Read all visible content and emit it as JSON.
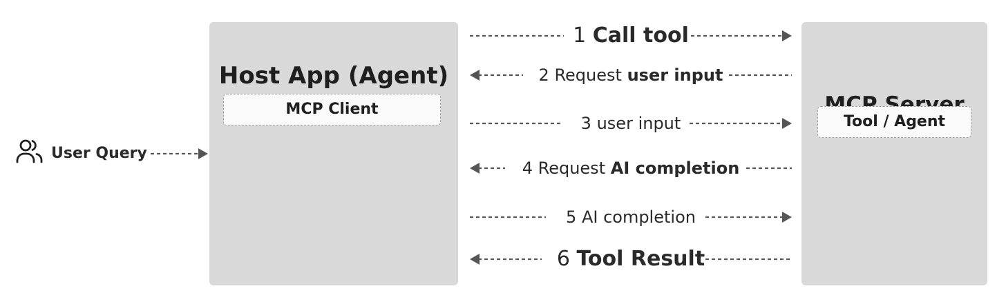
{
  "user": {
    "label": "User Query",
    "icon": "users-icon"
  },
  "host": {
    "title": "Host App (Agent)",
    "client_label": "MCP Client"
  },
  "server": {
    "title": "MCP Server",
    "tool_label": "Tool / Agent"
  },
  "messages": [
    {
      "num": "1",
      "text": "",
      "bold": "Call tool",
      "direction": "to-server"
    },
    {
      "num": "2",
      "text": "Request",
      "bold": "user input",
      "direction": "to-host"
    },
    {
      "num": "3",
      "text": "user input",
      "bold": "",
      "direction": "to-server"
    },
    {
      "num": "4",
      "text": "Request",
      "bold": "AI completion",
      "direction": "to-host"
    },
    {
      "num": "5",
      "text": "AI completion",
      "bold": "",
      "direction": "to-server"
    },
    {
      "num": "6",
      "text": "",
      "bold": "Tool Result",
      "direction": "to-host"
    }
  ],
  "colors": {
    "box": "#d9d9d9",
    "inner": "#fafafa",
    "line": "#555555",
    "text": "#1f1f1f"
  }
}
